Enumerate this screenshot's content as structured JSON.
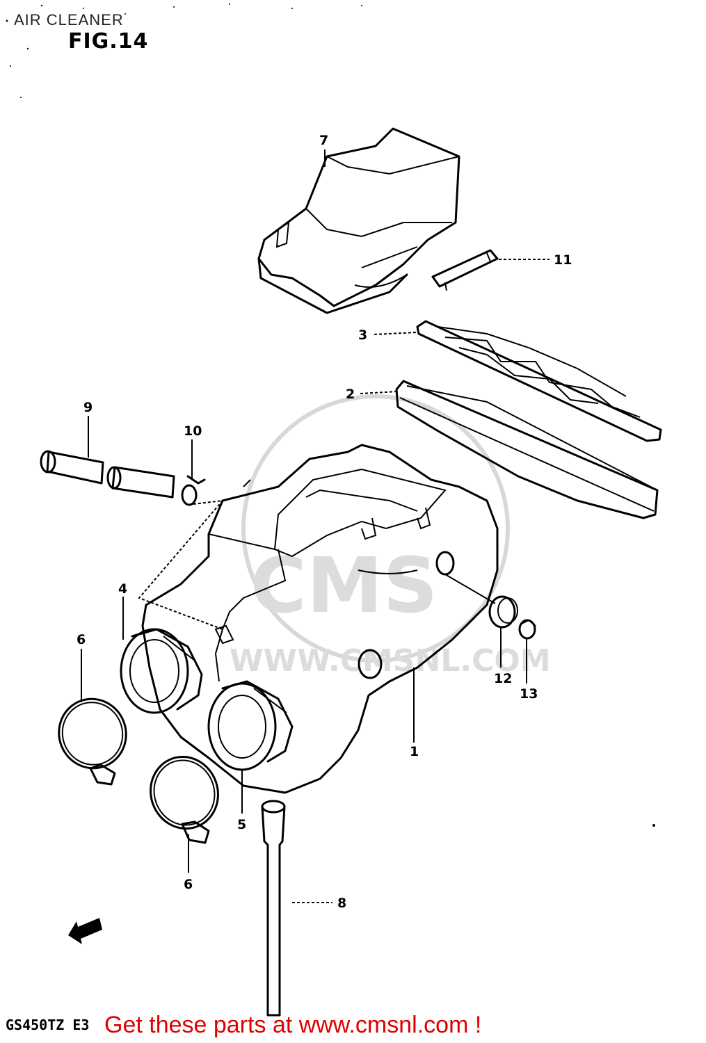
{
  "header": {
    "title": "AIR CLEANER",
    "fig": "FIG.14"
  },
  "footer": {
    "model": "GS450TZ E3",
    "cta": "Get these parts at www.cmsnl.com !"
  },
  "watermark": {
    "brand": "CMS",
    "url": "WWW.CMSNL.COM"
  },
  "callouts": {
    "c1": "1",
    "c2": "2",
    "c3": "3",
    "c4": "4",
    "c5": "5",
    "c6a": "6",
    "c6b": "6",
    "c7": "7",
    "c8": "8",
    "c9": "9",
    "c10": "10",
    "c11": "11",
    "c12": "12",
    "c13": "13"
  },
  "colors": {
    "cta": "#e00000",
    "ink": "#000000",
    "watermark": "#d8d8d8"
  },
  "icons": {
    "front_arrow": "fwd-arrow-icon"
  }
}
